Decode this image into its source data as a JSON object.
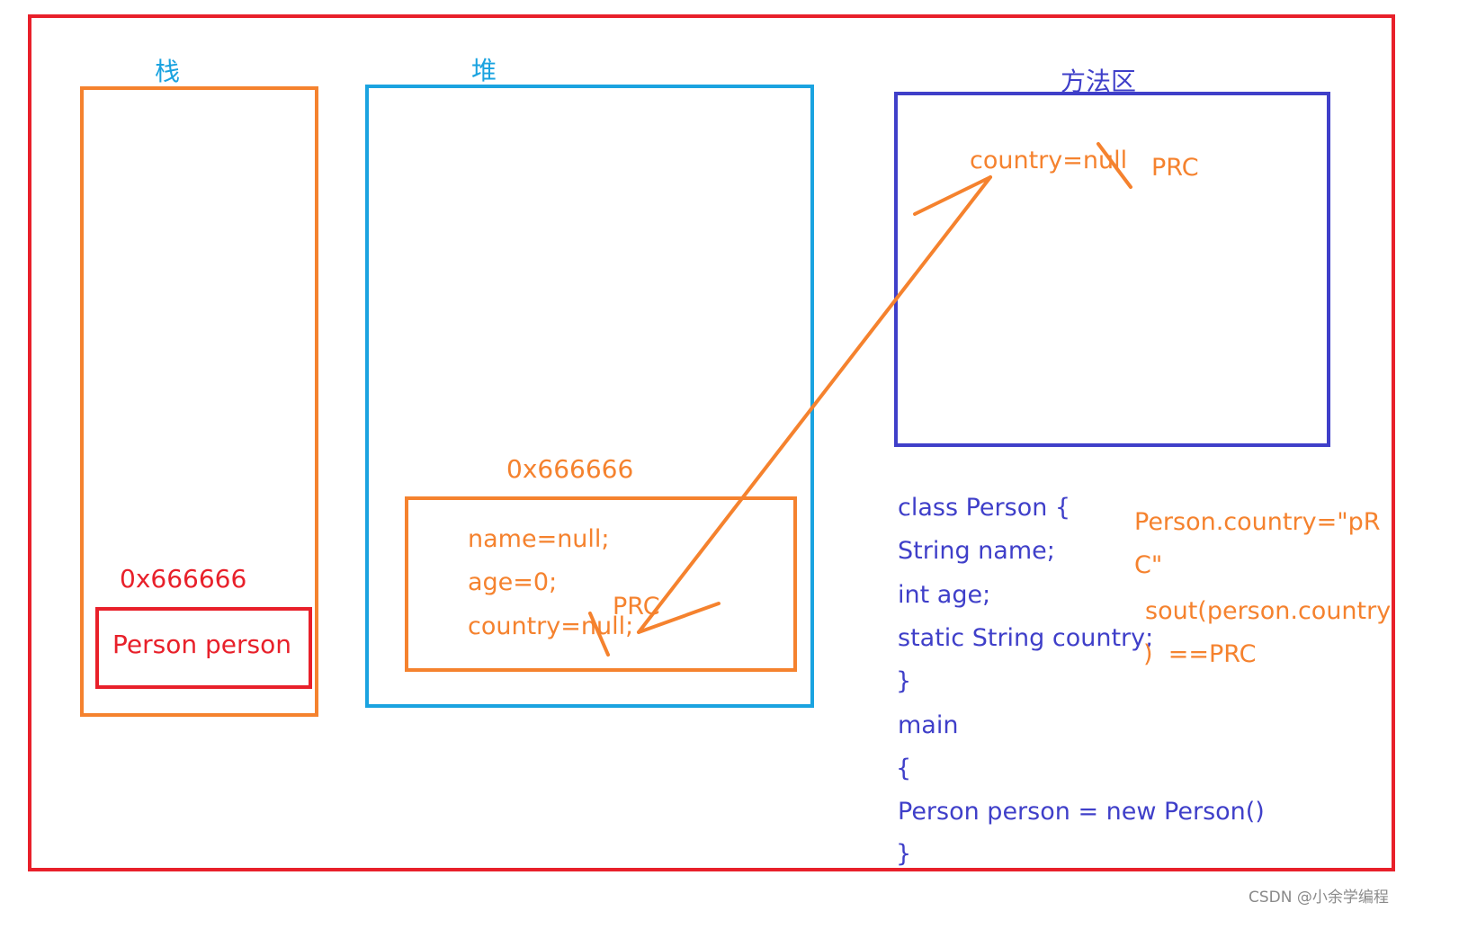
{
  "colors": {
    "frame": "#e8202a",
    "stack": "#f5822e",
    "heap": "#1aa3e0",
    "method_area": "#3f3fc9",
    "annotation": "#f5822e",
    "person_box": "#e8202a",
    "watermark": "#8a8a8a"
  },
  "stack": {
    "title": "栈",
    "address": "0x666666",
    "reference": "Person person"
  },
  "heap": {
    "title": "堆",
    "object_address": "0x666666",
    "fields": [
      "name=null;",
      "age=0;",
      "country=null;"
    ],
    "country_new_value": "PRC"
  },
  "method_area": {
    "title": "方法区",
    "static_field": "country=null",
    "new_value": "PRC"
  },
  "code": {
    "lines": [
      "class Person {",
      "String name;",
      "int age;",
      "static String country;",
      "}",
      "main",
      "{",
      "Person person = new Person()",
      "}"
    ]
  },
  "notes": {
    "assign_line1": "Person.country=\"pR",
    "assign_line2": "C\"",
    "sout_line1": "sout(person.country",
    "sout_line2": ")  ==PRC"
  },
  "watermark": "CSDN @小余学编程"
}
